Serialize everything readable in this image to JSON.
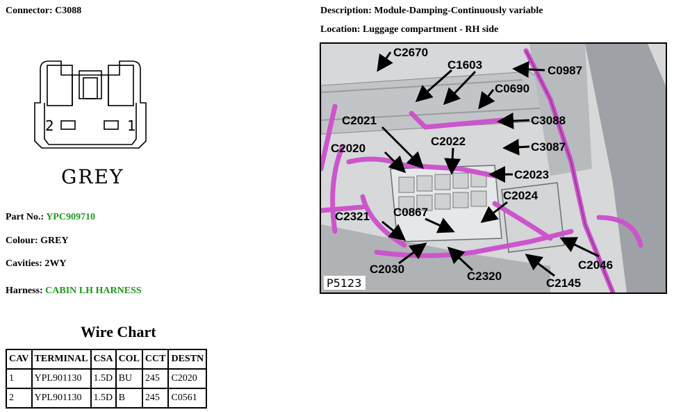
{
  "header": {
    "connector": "Connector: C3088",
    "description": "Description: Module-Damping-Continuously variable",
    "location": "Location: Luggage compartment - RH side"
  },
  "connector_face": {
    "pin_left": "2",
    "pin_right": "1",
    "colour_label": "GREY"
  },
  "info": {
    "part_no_label": "Part No.:",
    "part_no_value": "YPC909710",
    "colour": "Colour: GREY",
    "cavities": "Cavities: 2WY",
    "harness_label": "Harness:",
    "harness_value": "CABIN LH HARNESS",
    "link_color": "#1f9a1f"
  },
  "wire_chart": {
    "title": "Wire Chart",
    "headers": [
      "CAV",
      "TERMINAL",
      "CSA",
      "COL",
      "CCT",
      "DESTN"
    ],
    "rows": [
      [
        "1",
        "YPL901130",
        "1.5D",
        "BU",
        "245",
        "C2020"
      ],
      [
        "2",
        "YPL901130",
        "1.5D",
        "B",
        "245",
        "C0561"
      ]
    ]
  },
  "photo": {
    "reference": "P5123",
    "harness_color": "#cc55cc",
    "callouts": [
      "C2670",
      "C1603",
      "C0987",
      "C0690",
      "C2021",
      "C3088",
      "C2022",
      "C3087",
      "C2020",
      "C2023",
      "C2024",
      "C2321",
      "C0867",
      "C2030",
      "C2320",
      "C2046",
      "C2145"
    ]
  }
}
